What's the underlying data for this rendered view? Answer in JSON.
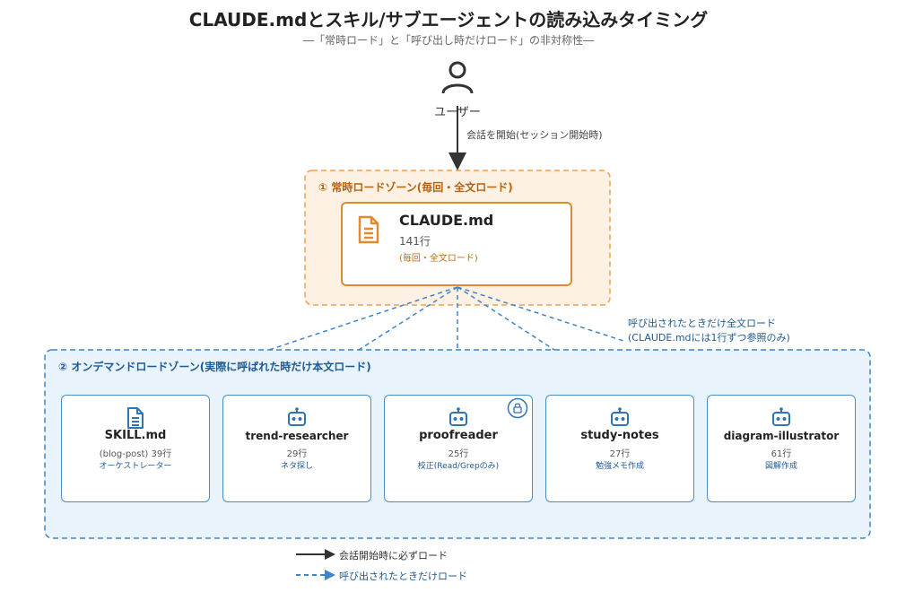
{
  "title": "CLAUDE.mdとスキル/サブエージェントの読み込みタイミング",
  "subtitle": "―「常時ロード」と「呼び出し時だけロード」の非対称性―",
  "user": {
    "label": "ユーザー",
    "icon": "user-icon"
  },
  "arrow_label": "会話を開始(セッション開始時)",
  "always_zone": {
    "title": "① 常時ロードゾーン(毎回・全文ロード)",
    "card": {
      "name": "CLAUDE.md",
      "lines": "141行",
      "note": "(毎回・全文ロード)",
      "icon": "document-icon"
    }
  },
  "ondemand_note": {
    "line1": "呼び出されたときだけ全文ロード",
    "line2": "(CLAUDE.mdには1行ずつ参照のみ)"
  },
  "ondemand_zone": {
    "title": "② オンデマンドロードゾーン(実際に呼ばれた時だけ本文ロード)",
    "cards": [
      {
        "name": "SKILL.md",
        "lines": "(blog-post) 39行",
        "desc": "オーケストレーター",
        "icon": "document-icon"
      },
      {
        "name": "trend-researcher",
        "lines": "29行",
        "desc": "ネタ探し",
        "icon": "robot-icon"
      },
      {
        "name": "proofreader",
        "lines": "25行",
        "desc": "校正(Read/Grepのみ)",
        "icon": "robot-icon",
        "badge": "lock-icon"
      },
      {
        "name": "study-notes",
        "lines": "27行",
        "desc": "勉強メモ作成",
        "icon": "robot-icon"
      },
      {
        "name": "diagram-illustrator",
        "lines": "61行",
        "desc": "図解作成",
        "icon": "robot-icon"
      }
    ]
  },
  "legend": {
    "solid": "会話開始時に必ずロード",
    "dashed": "呼び出されたときだけロード"
  },
  "colors": {
    "always_border": "#f0a050",
    "always_fill": "#fdf1e4",
    "ondemand_border": "#3d85c6",
    "ondemand_fill": "#e8f3fc",
    "dark_arrow": "#333333",
    "orange_text": "#b5620f",
    "blue_text": "#1d5a94"
  }
}
